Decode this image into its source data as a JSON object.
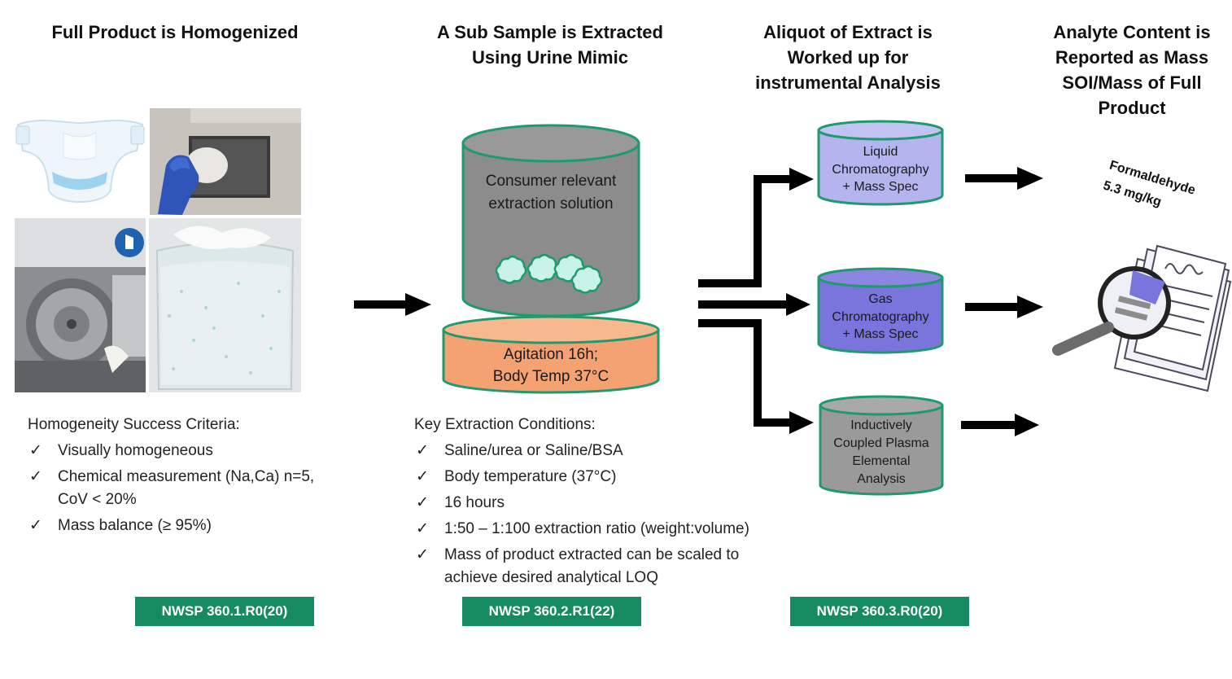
{
  "headers": {
    "step1": "Full Product is Homogenized",
    "step2_line1": "A Sub Sample is Extracted",
    "step2_line2": "Using Urine Mimic",
    "step3_line1": "Aliquot of Extract is",
    "step3_line2": "Worked up for",
    "step3_line3": "instrumental Analysis",
    "step4_line1": "Analyte Content is",
    "step4_line2": "Reported as Mass",
    "step4_line3": "SOI/Mass of Full",
    "step4_line4": "Product"
  },
  "extraction": {
    "vessel_line1": "Consumer relevant",
    "vessel_line2": "extraction solution",
    "base_line1": "Agitation 16h;",
    "base_line2": "Body Temp 37°C"
  },
  "instruments": {
    "lc_line1": "Liquid",
    "lc_line2": "Chromatography",
    "lc_line3": "+ Mass Spec",
    "gc_line1": "Gas",
    "gc_line2": "Chromatography",
    "gc_line3": "+ Mass Spec",
    "icp_line1": "Inductively",
    "icp_line2": "Coupled Plasma",
    "icp_line3": "Elemental",
    "icp_line4": "Analysis"
  },
  "result": {
    "analyte": "Formaldehyde",
    "value": "5.3 mg/kg"
  },
  "homogeneity": {
    "title": "Homogeneity Success Criteria:",
    "check": "✓",
    "items": [
      "Visually homogeneous",
      "Chemical measurement (Na,Ca) n=5, CoV < 20%",
      "Mass balance (≥ 95%)"
    ]
  },
  "extraction_conditions": {
    "title": "Key Extraction Conditions:",
    "check": "✓",
    "items": [
      "Saline/urea or Saline/BSA",
      "Body temperature (37°C)",
      "16 hours",
      "1:50 – 1:100 extraction ratio (weight:volume)",
      "Mass of product extracted can be scaled to achieve desired analytical LOQ"
    ]
  },
  "badges": {
    "b1": "NWSP 360.1.R0(20)",
    "b2": "NWSP 360.2.R1(22)",
    "b3": "NWSP 360.3.R0(20)"
  },
  "colors": {
    "badge": "#168a61",
    "vessel_gray": "#8c8c8c",
    "base_orange": "#f4a271",
    "lc_fill": "#b4b4ee",
    "gc_fill": "#7a74dd",
    "icp_fill": "#9a9a9a",
    "cyl_stroke": "#1e9a6e"
  }
}
